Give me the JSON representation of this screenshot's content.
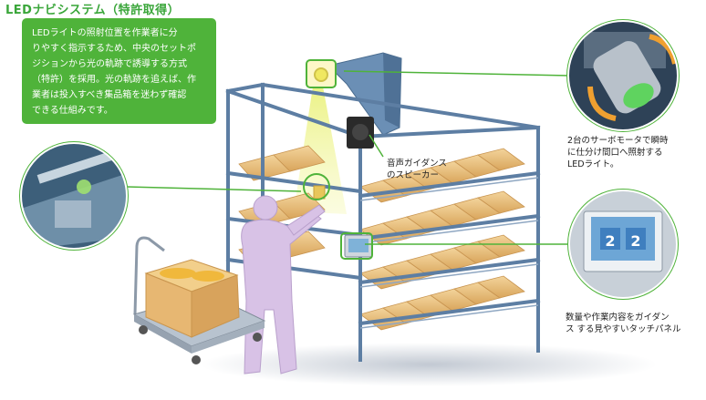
{
  "title": "LEDナビシステム（特許取得）",
  "description_lines": [
    "LEDライトの照射位置を作業者に分",
    "りやすく指示するため、中央のセットポ",
    "ジションから光の軌跡で誘導する方式",
    "（特許）を採用。光の軌跡を追えば、作",
    "業者は投入すべき集品箱を迷わず確認",
    "できる仕組みです。"
  ],
  "speaker_label_lines": [
    "音声ガイダンス",
    "のスピーカー"
  ],
  "servo_label_lines": [
    "2台のサーボモータで瞬時",
    "に仕分け間口へ照射する",
    "LEDライト。"
  ],
  "touch_label_lines": [
    "数量や作業内容をガイダン",
    "ス する見やすいタッチパネル"
  ],
  "touch_panel_numbers": [
    "2",
    "2"
  ],
  "colors": {
    "accent_green": "#4fb33a",
    "title_green": "#3aa63a",
    "rack_blue": "#5d7ea3",
    "box_tan": "#e9c07c",
    "worker_lilac": "#d8c2e6"
  }
}
